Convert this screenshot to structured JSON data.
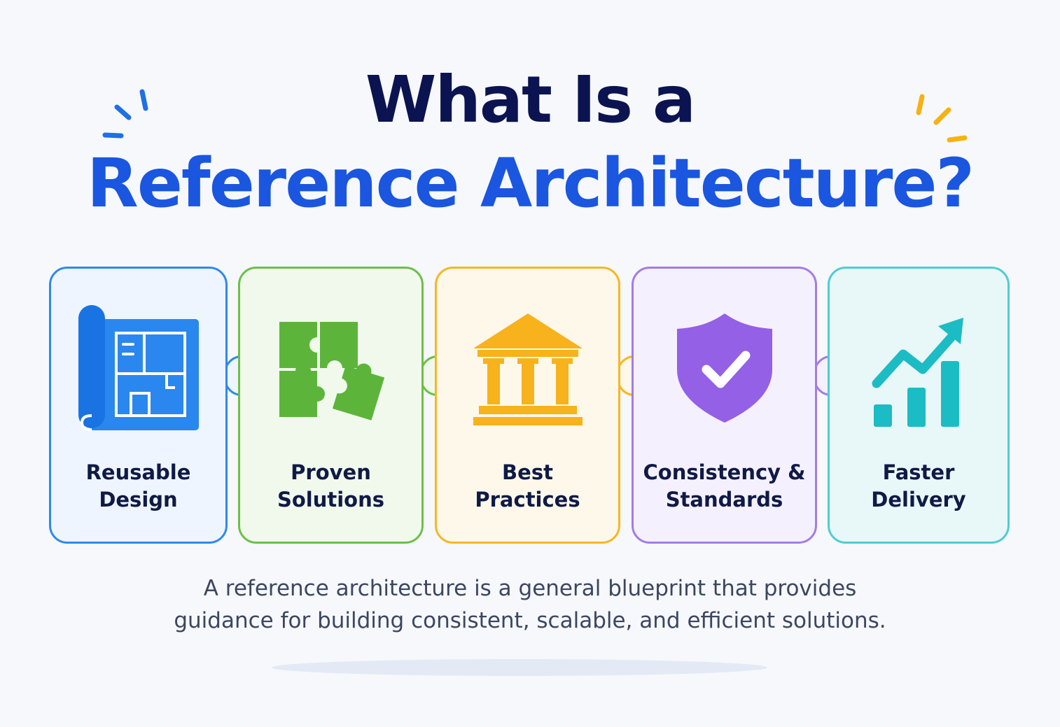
{
  "title": {
    "line1": "What Is a",
    "line2": "Reference Architecture?"
  },
  "colors": {
    "title_dark": "#0b1450",
    "title_blue": "#1a56e0",
    "spark_left": "#1f6fe5",
    "spark_right": "#f5b312"
  },
  "cards": [
    {
      "label_line1": "Reusable",
      "label_line2": "Design",
      "icon": "blueprint-icon",
      "accent": "#2f8ae8",
      "fill": "#eef5fe"
    },
    {
      "label_line1": "Proven",
      "label_line2": "Solutions",
      "icon": "puzzle-icon",
      "accent": "#6cc048",
      "fill": "#f1f9ec"
    },
    {
      "label_line1": "Best",
      "label_line2": "Practices",
      "icon": "institution-icon",
      "accent": "#f6b724",
      "fill": "#fef8ea"
    },
    {
      "label_line1": "Consistency &",
      "label_line2": "Standards",
      "icon": "shield-check-icon",
      "accent": "#a47ce6",
      "fill": "#f5f0fd"
    },
    {
      "label_line1": "Faster",
      "label_line2": "Delivery",
      "icon": "growth-chart-icon",
      "accent": "#4fcdd0",
      "fill": "#e8f7f8"
    }
  ],
  "description": {
    "line1": "A reference architecture is a general blueprint that provides",
    "line2": "guidance for building consistent, scalable, and efficient solutions."
  }
}
